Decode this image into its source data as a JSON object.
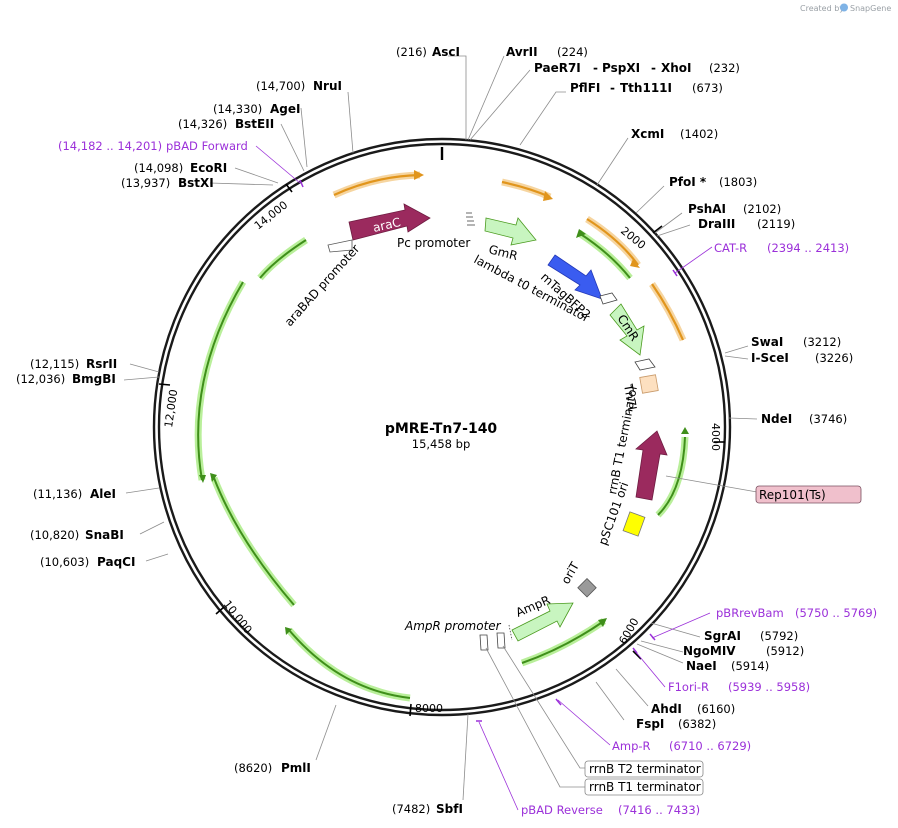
{
  "credit": {
    "text": "Created by",
    "brand": "SnapGene"
  },
  "plasmid": {
    "name": "pMRE-Tn7-140",
    "length": "15,458 bp"
  },
  "ticks": [
    "2000",
    "4000",
    "6000",
    "8000",
    "10,000",
    "12,000",
    "14,000"
  ],
  "sites": [
    {
      "pos": "(216)",
      "name": "AscI"
    },
    {
      "pos": "(224)",
      "name": "AvrII"
    },
    {
      "pos": "(232)",
      "name": "PaeR7I",
      "name2": "PspXI",
      "name3": "XhoI"
    },
    {
      "pos": "(673)",
      "name": "PflFI",
      "name2": "Tth111I"
    },
    {
      "pos": "(1402)",
      "name": "XcmI"
    },
    {
      "pos": "(1803)",
      "name": "PfoI *"
    },
    {
      "pos": "(2102)",
      "name": "PshAI"
    },
    {
      "pos": "(2119)",
      "name": "DraIII"
    },
    {
      "pos": "(3212)",
      "name": "SwaI"
    },
    {
      "pos": "(3226)",
      "name": "I-SceI"
    },
    {
      "pos": "(3746)",
      "name": "NdeI"
    },
    {
      "pos": "(5792)",
      "name": "SgrAI"
    },
    {
      "pos": "(5912)",
      "name": "NgoMIV"
    },
    {
      "pos": "(5914)",
      "name": "NaeI"
    },
    {
      "pos": "(6160)",
      "name": "AhdI"
    },
    {
      "pos": "(6382)",
      "name": "FspI"
    },
    {
      "pos": "(7482)",
      "name": "SbfI"
    },
    {
      "pos": "(8620)",
      "name": "PmlI"
    },
    {
      "pos": "(10,603)",
      "name": "PaqCI"
    },
    {
      "pos": "(10,820)",
      "name": "SnaBI"
    },
    {
      "pos": "(11,136)",
      "name": "AleI"
    },
    {
      "pos": "(12,036)",
      "name": "BmgBI"
    },
    {
      "pos": "(12,115)",
      "name": "RsrII"
    },
    {
      "pos": "(13,937)",
      "name": "BstXI"
    },
    {
      "pos": "(14,098)",
      "name": "EcoRI"
    },
    {
      "pos": "(14,326)",
      "name": "BstEII"
    },
    {
      "pos": "(14,330)",
      "name": "AgeI"
    },
    {
      "pos": "(14,700)",
      "name": "NruI"
    }
  ],
  "primers": [
    {
      "name": "CAT-R",
      "range": "(2394 .. 2413)"
    },
    {
      "name": "pBRrevBam",
      "range": "(5750 .. 5769)"
    },
    {
      "name": "F1ori-R",
      "range": "(5939 .. 5958)"
    },
    {
      "name": "Amp-R",
      "range": "(6710 .. 6729)"
    },
    {
      "name": "pBAD Reverse",
      "range": "(7416 .. 7433)"
    },
    {
      "name": "pBAD Forward",
      "range": "(14,182 .. 14,201)"
    }
  ],
  "features": {
    "araC": "araC",
    "pc_promoter": "Pc promoter",
    "gmr": "GmR",
    "lambda_t0": "lambda t0 terminator",
    "mtagbfp2": "mTagBFP2",
    "cmr": "CmR",
    "tn7l": "Tn7L",
    "rrnb_t1_inner": "rrnB T1 terminator",
    "psc101_ori": "pSC101 ori",
    "rep101": "Rep101(Ts)",
    "orit": "oriT",
    "ampr": "AmpR",
    "ampr_promoter": "AmpR promoter",
    "rrnb_t2": "rrnB T2 terminator",
    "rrnb_t1_outer": "rrnB T1 terminator",
    "arabad_promoter": "araBAD promoter"
  },
  "colors": {
    "backbone": "#1a1a1a",
    "orange_arc": "#f0a533",
    "green_arc": "#4a9a1e",
    "green_glow": "#b9ef9a",
    "arac": "#9b2a5e",
    "gene_green": "#c8f5c0",
    "bfp": "#3a5cf0",
    "rep": "#9b2a5e",
    "ori_yellow": "#ffff00",
    "orit_gray": "#9a9a9a",
    "tn7_peach": "#fde0c0",
    "primer_purple": "#9b30d9"
  }
}
